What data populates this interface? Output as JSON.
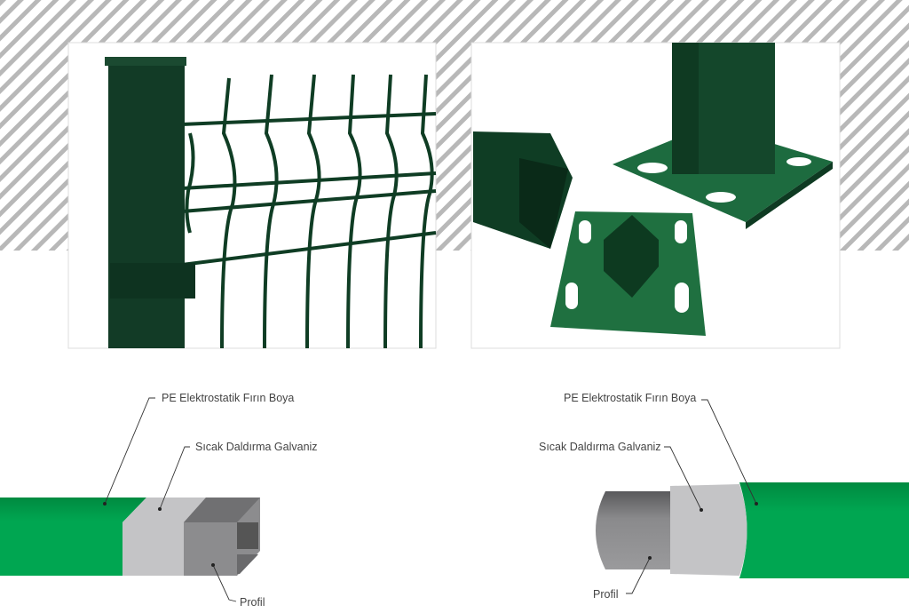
{
  "colors": {
    "coating_green": "#00a651",
    "post_green": "#0f3d24",
    "galvaniz_gray": "#c4c4c6",
    "profile_gray": "#8a8a8c",
    "hatch": "#b5b5b5"
  },
  "left_diagram": {
    "coating_label": "PE Elektrostatik Fırın Boya",
    "galvaniz_label": "Sıcak Daldırma Galvaniz",
    "profile_label": "Profil"
  },
  "right_diagram": {
    "coating_label": "PE Elektrostatik Fırın Boya",
    "galvaniz_label": "Sıcak Daldırma Galvaniz",
    "profile_label": "Profil"
  }
}
